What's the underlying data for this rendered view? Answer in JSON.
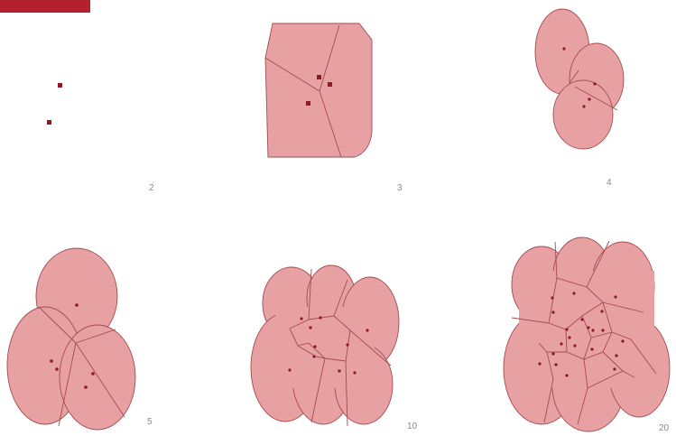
{
  "colors": {
    "accent_bar": "#b5202e",
    "cell_fill": "#e8a1a3",
    "cell_stroke": "#a44a50",
    "point": "#8b1a22"
  },
  "panels": [
    {
      "id": "p2",
      "label": "2"
    },
    {
      "id": "p3",
      "label": "3"
    },
    {
      "id": "p4",
      "label": "4"
    },
    {
      "id": "p5",
      "label": "5"
    },
    {
      "id": "p10",
      "label": "10"
    },
    {
      "id": "p20",
      "label": "20"
    }
  ]
}
